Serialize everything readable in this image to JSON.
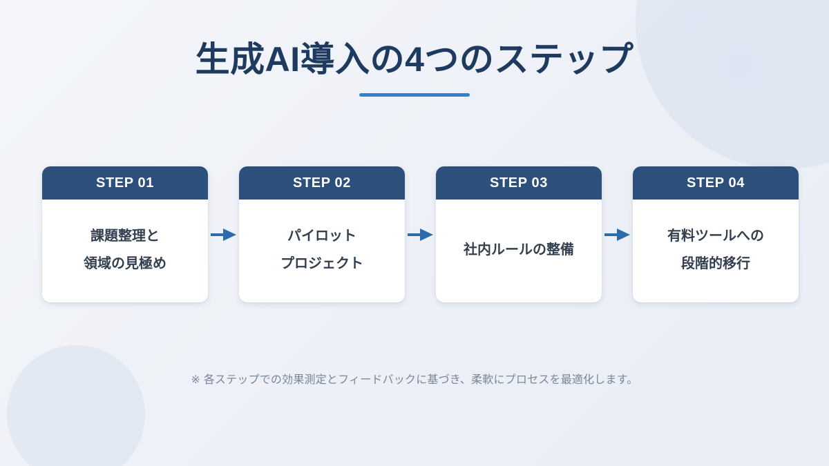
{
  "slide": {
    "title": "生成AI導入の4つのステップ",
    "accent_color": "#2f80d0",
    "title_color": "#1e3a5f",
    "header_color": "#2c4f7c",
    "body_text_color": "#333f4f",
    "arrow_color": "#2d6cab",
    "background_color": "#eef1f7",
    "footnote": "※ 各ステップでの効果測定とフィードバックに基づき、柔軟にプロセスを最適化します。"
  },
  "steps": [
    {
      "label": "STEP 01",
      "lines": [
        "課題整理と",
        "領域の見極め"
      ]
    },
    {
      "label": "STEP 02",
      "lines": [
        "パイロット",
        "プロジェクト"
      ]
    },
    {
      "label": "STEP 03",
      "lines": [
        "社内ルールの整備"
      ]
    },
    {
      "label": "STEP 04",
      "lines": [
        "有料ツールへの",
        "段階的移行"
      ]
    }
  ],
  "connectors": [
    {
      "icon": "arrow-right-icon"
    },
    {
      "icon": "arrow-right-icon"
    },
    {
      "icon": "arrow-right-icon"
    }
  ]
}
